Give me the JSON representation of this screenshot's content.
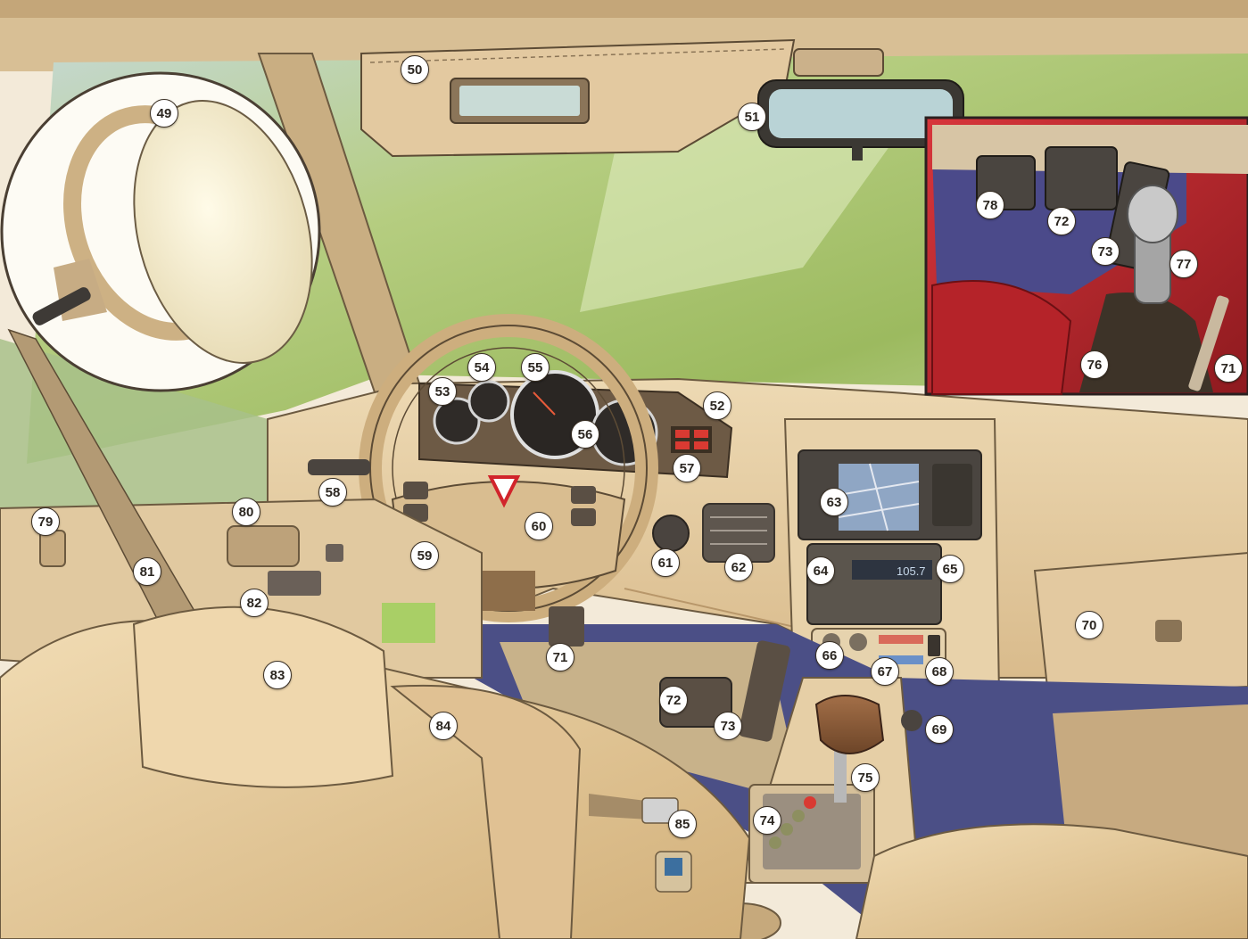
{
  "callouts": {
    "c49": "49",
    "c50": "50",
    "c51": "51",
    "c52": "52",
    "c53": "53",
    "c54": "54",
    "c55": "55",
    "c56": "56",
    "c57": "57",
    "c58": "58",
    "c59": "59",
    "c60": "60",
    "c61": "61",
    "c62": "62",
    "c63": "63",
    "c64": "64",
    "c65": "65",
    "c66": "66",
    "c67": "67",
    "c68": "68",
    "c69": "69",
    "c70": "70",
    "c71": "71",
    "c72": "72",
    "c73": "73",
    "c74": "74",
    "c75": "75",
    "c76": "76",
    "c77": "77",
    "c78": "78",
    "c79": "79",
    "c80": "80",
    "c81": "81",
    "c82": "82",
    "c83": "83",
    "c84": "84",
    "c85": "85",
    "inset_71": "71",
    "inset_72": "72",
    "inset_73": "73"
  },
  "radio_display": "105.7",
  "colors": {
    "interior_beige": "#e6cfa6",
    "floor_navy": "#4b4f86",
    "windshield_green": "#b9cf84",
    "inset_red": "#c2272d"
  }
}
